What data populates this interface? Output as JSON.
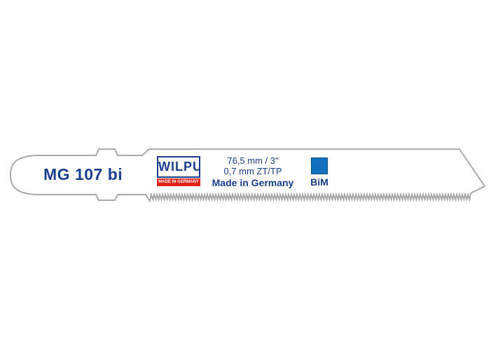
{
  "blade": {
    "model": "MG 107 bi",
    "logo": {
      "wordmark": "WILPU",
      "tagline": "MADE IN GERMANY",
      "colors": {
        "primary": "#1b3f8f",
        "band": "#e2231a"
      }
    },
    "specs": {
      "length": "76,5 mm / 3\"",
      "tooth": "0,7 mm ZT/TP",
      "origin": "Made in Germany"
    },
    "material": {
      "label": "BiM",
      "color": "#1170c0"
    },
    "outline_color": "#a9a9a9"
  }
}
